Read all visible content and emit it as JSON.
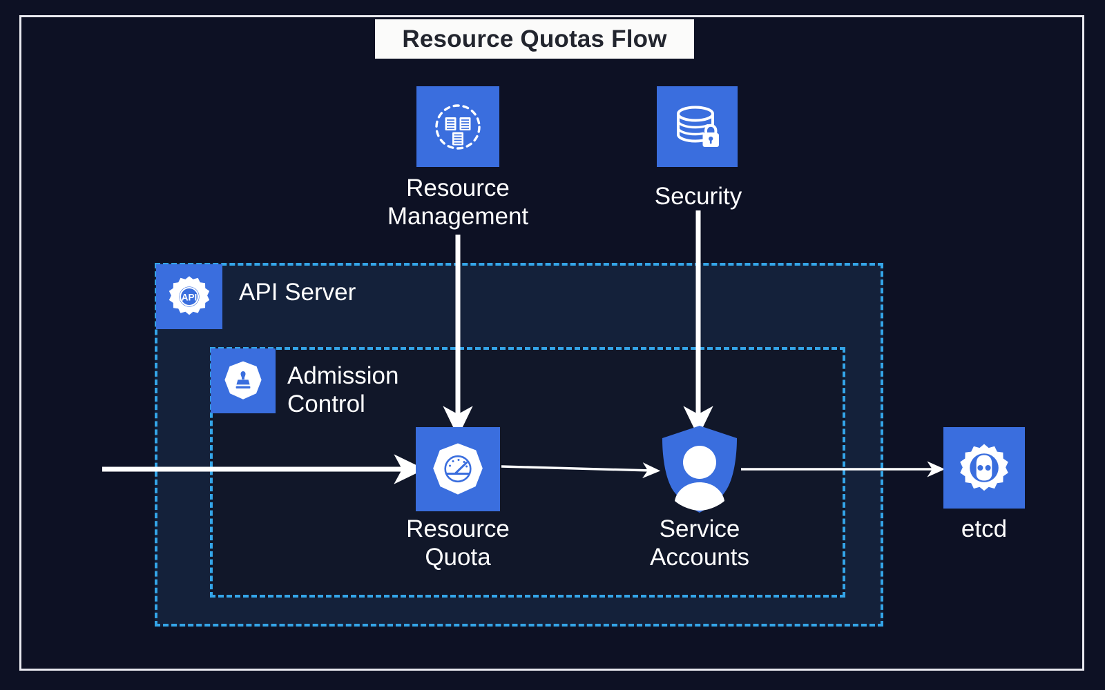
{
  "diagram": {
    "title": "Resource Quotas Flow",
    "type": "flow-diagram",
    "background_color": "#0d1124",
    "accent_color": "#3a6ede",
    "group_border_color": "#34a5e8",
    "connector_color": "#ffffff",
    "title_background": "#fbfbfa",
    "title_text_color": "#22252e"
  },
  "groups": [
    {
      "id": "api-server",
      "label": "API Server",
      "icon": "api-gear-icon",
      "style": "dashed",
      "fill": "#14213a"
    },
    {
      "id": "admission-control",
      "label": "Admission\nControl",
      "icon": "stamp-heptagon-icon",
      "style": "dashed",
      "fill": "#111729"
    }
  ],
  "nodes": [
    {
      "id": "resource-management",
      "label": "Resource\nManagement",
      "icon": "dashed-circle-records-icon",
      "shape": "square-tile"
    },
    {
      "id": "security",
      "label": "Security",
      "icon": "database-lock-icon",
      "shape": "square-tile"
    },
    {
      "id": "resource-quota",
      "label": "Resource\nQuota",
      "icon": "gauge-heptagon-icon",
      "shape": "square-tile"
    },
    {
      "id": "service-accounts",
      "label": "Service\nAccounts",
      "icon": "shield-user-icon",
      "shape": "shield"
    },
    {
      "id": "etcd",
      "label": "etcd",
      "icon": "etcd-gear-icon",
      "shape": "square-tile"
    }
  ],
  "edges": [
    {
      "id": "edge-ingress-quota",
      "from": "ingress",
      "to": "resource-quota",
      "direction": "right",
      "style": "thick-arrow"
    },
    {
      "id": "edge-resmgmt-quota",
      "from": "resource-management",
      "to": "resource-quota",
      "direction": "down",
      "style": "thick-arrow"
    },
    {
      "id": "edge-security-accounts",
      "from": "security",
      "to": "service-accounts",
      "direction": "down",
      "style": "thick-arrow"
    },
    {
      "id": "edge-quota-accounts",
      "from": "resource-quota",
      "to": "service-accounts",
      "direction": "right",
      "style": "thin-arrow"
    },
    {
      "id": "edge-accounts-etcd",
      "from": "service-accounts",
      "to": "etcd",
      "direction": "right",
      "style": "thin-arrow"
    }
  ]
}
